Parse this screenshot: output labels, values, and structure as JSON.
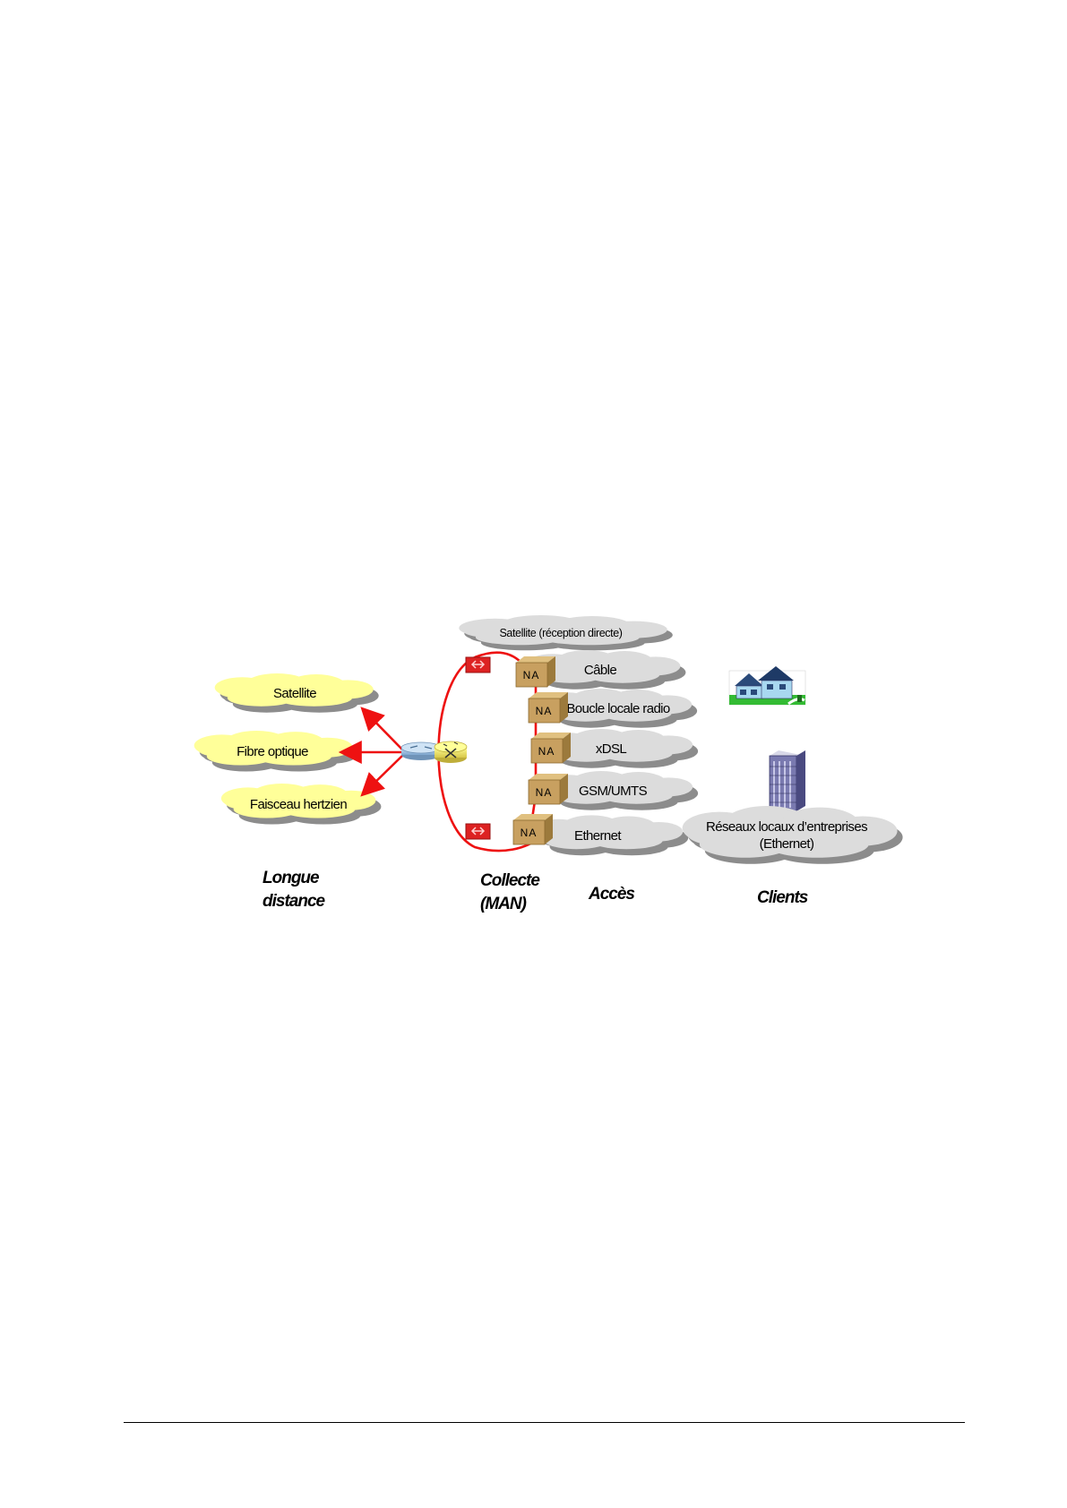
{
  "long_distance": {
    "satellite": "Satellite",
    "fibre": "Fibre optique",
    "hertzien": "Faisceau hertzien"
  },
  "access": {
    "satellite_direct": "Satellite (réception directe)",
    "na_label": "NA",
    "cable": "Câble",
    "boucle_radio": "Boucle locale radio",
    "xdsl": "xDSL",
    "gsm": "GSM/UMTS",
    "ethernet": "Ethernet"
  },
  "clients": {
    "lan_line1": "Réseaux locaux d’entreprises",
    "lan_line2": "(Ethernet)"
  },
  "categories": {
    "longue": "Longue",
    "distance": "distance",
    "collecte": "Collecte",
    "man": "(MAN)",
    "acces": "Accès",
    "clients": "Clients"
  },
  "colors": {
    "yellow_cloud": "#ffff99",
    "gray_cloud": "#dcdcdc",
    "shadow": "#8c8c8c",
    "red": "#ee1111",
    "na_box": "#c8a060"
  }
}
